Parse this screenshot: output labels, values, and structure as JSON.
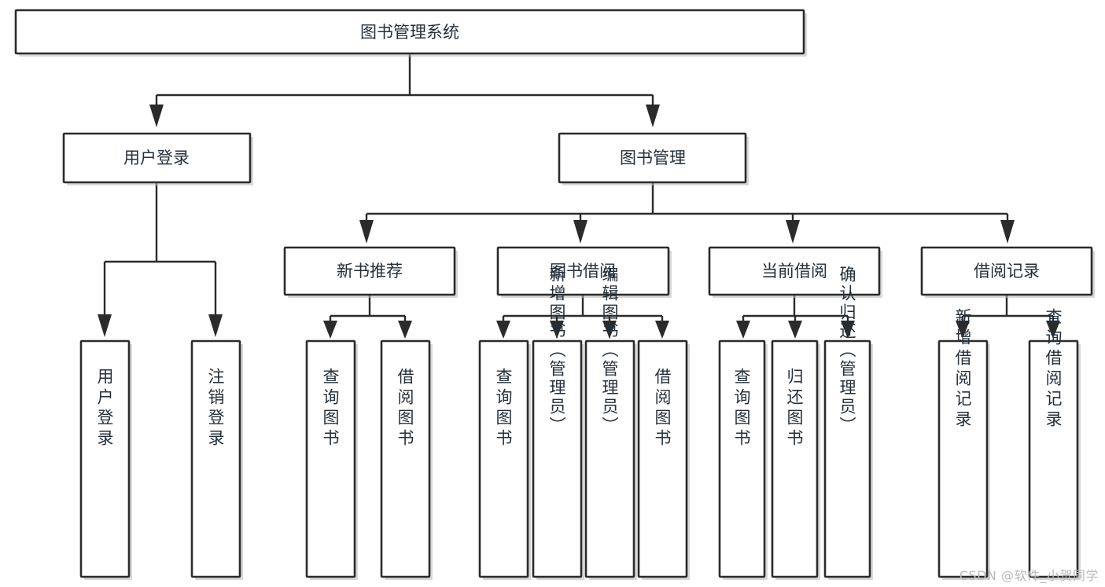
{
  "diagram": {
    "kind": "tree-structure-chart",
    "title": "图书管理系统",
    "watermark": "CSDN @软件_小贺同学",
    "colors": {
      "box_stroke": "#2b2b2b",
      "box_fill": "#ffffff",
      "text": "#25303b",
      "connector": "#2b2b2b",
      "watermark": "#b9b9b9",
      "background": "#ffffff"
    },
    "levels": {
      "root": {
        "label": "图书管理系统"
      },
      "level2": [
        {
          "label": "用户登录"
        },
        {
          "label": "图书管理"
        }
      ],
      "level3": [
        {
          "label": "新书推荐"
        },
        {
          "label": "图书借阅"
        },
        {
          "label": "当前借阅"
        },
        {
          "label": "借阅记录"
        }
      ],
      "leaves": [
        {
          "label": "用户登录",
          "parent": "用户登录"
        },
        {
          "label": "注销登录",
          "parent": "用户登录"
        },
        {
          "label": "查询图书",
          "parent": "新书推荐"
        },
        {
          "label": "借阅图书",
          "parent": "新书推荐"
        },
        {
          "label": "查询图书",
          "parent": "图书借阅"
        },
        {
          "label": "新增图书（管理员）",
          "parent": "图书借阅"
        },
        {
          "label": "编辑图书（管理员）",
          "parent": "图书借阅"
        },
        {
          "label": "借阅图书",
          "parent": "图书借阅"
        },
        {
          "label": "查询图书",
          "parent": "当前借阅"
        },
        {
          "label": "归还图书",
          "parent": "当前借阅"
        },
        {
          "label": "确认归还（管理员）",
          "parent": "当前借阅"
        },
        {
          "label": "新增借阅记录",
          "parent": "借阅记录"
        },
        {
          "label": "查询借阅记录",
          "parent": "借阅记录"
        }
      ]
    }
  }
}
